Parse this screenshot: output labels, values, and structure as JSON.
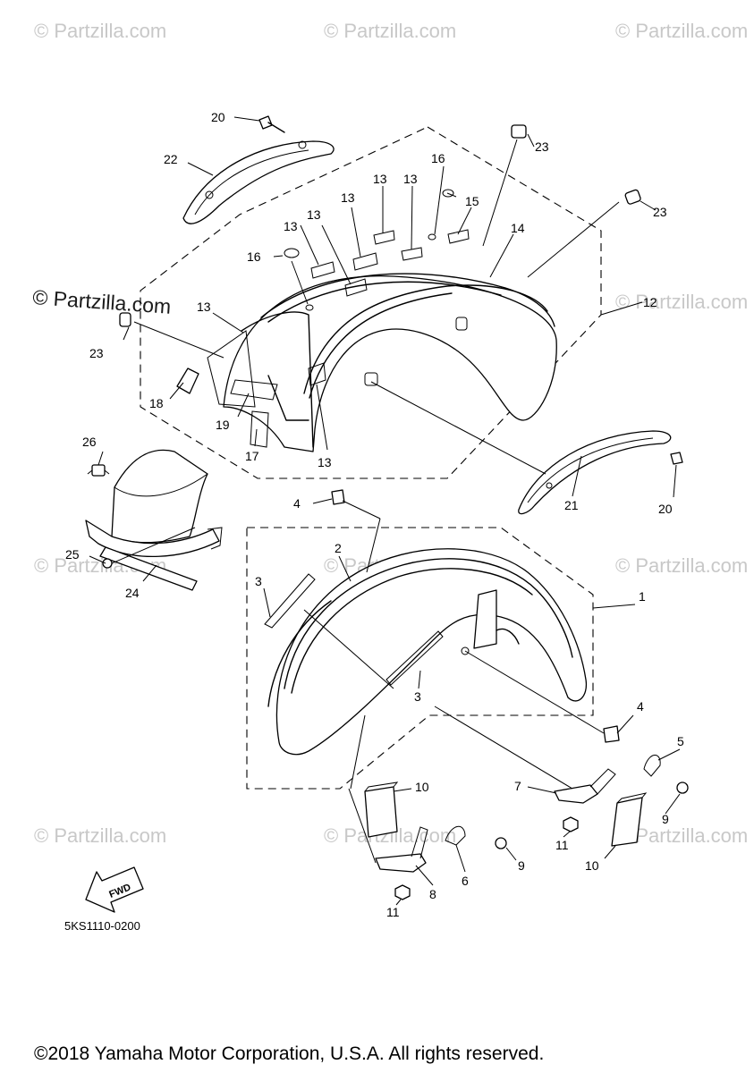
{
  "watermarks": {
    "repeat": "© Partzilla.com",
    "large": "© Partzilla.com"
  },
  "diagram_code": "5KS1110-0200",
  "fwd_label": "FWD",
  "copyright": "©2018 Yamaha Motor Corporation, U.S.A. All rights reserved.",
  "callouts": {
    "c1": "1",
    "c2": "2",
    "c3a": "3",
    "c3b": "3",
    "c4a": "4",
    "c4b": "4",
    "c5": "5",
    "c6": "6",
    "c7": "7",
    "c8": "8",
    "c9a": "9",
    "c9b": "9",
    "c10a": "10",
    "c10b": "10",
    "c11a": "11",
    "c11b": "11",
    "c12": "12",
    "c13a": "13",
    "c13b": "13",
    "c13c": "13",
    "c13d": "13",
    "c13e": "13",
    "c13f": "13",
    "c13g": "13",
    "c14": "14",
    "c15": "15",
    "c16a": "16",
    "c16b": "16",
    "c17": "17",
    "c18": "18",
    "c19": "19",
    "c20a": "20",
    "c20b": "20",
    "c21": "21",
    "c22": "22",
    "c23a": "23",
    "c23b": "23",
    "c23c": "23",
    "c24": "24",
    "c25": "25",
    "c26": "26"
  }
}
